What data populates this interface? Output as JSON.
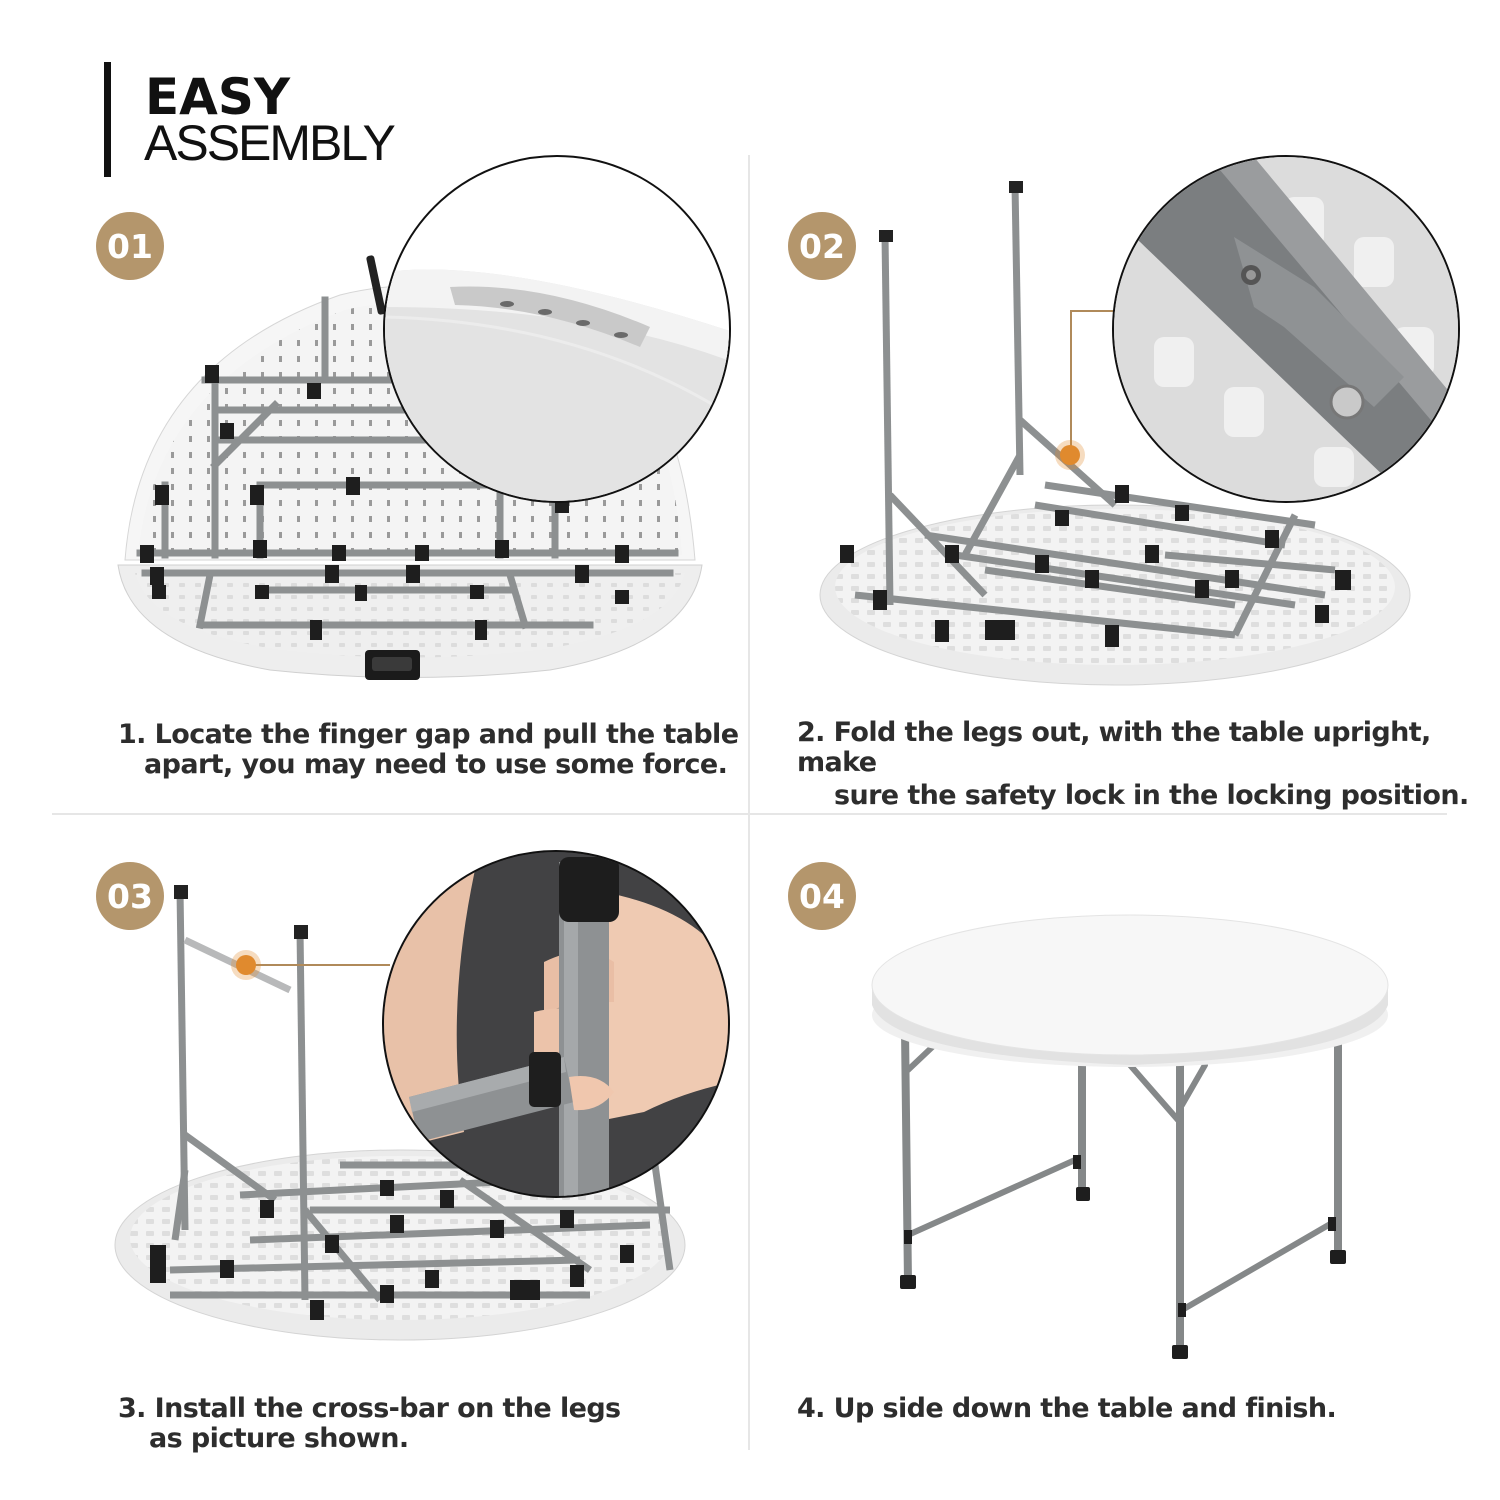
{
  "header": {
    "title_bold": "EASY",
    "title_regular": "ASSEMBLY"
  },
  "colors": {
    "badge": "#b4966c",
    "accent_dot": "#e08a2e",
    "leader_line": "#b08a5a",
    "text": "#2d2d2d",
    "divider": "#e6e6e6",
    "frame_gray": "#8c8f90",
    "table_white": "#f2f2f2"
  },
  "steps": [
    {
      "badge": "01",
      "caption_line1": "1. Locate the finger gap and pull the table",
      "caption_line2": "apart, you may need to use some force.",
      "image": "folded-table-underside",
      "detail_image": "finger-gap-closeup"
    },
    {
      "badge": "02",
      "caption_line1": "2.  Fold the legs out, with the table upright, make",
      "caption_line2": "sure the safety lock in the locking position.",
      "image": "table-upside-down-legs-out",
      "detail_image": "safety-lock-closeup"
    },
    {
      "badge": "03",
      "caption_line1": "3. Install the cross-bar on the legs",
      "caption_line2": "as picture shown.",
      "image": "cross-bar-installed",
      "detail_image": "hand-clipping-cross-bar"
    },
    {
      "badge": "04",
      "caption_line1": "4. Up side down the table and finish.",
      "caption_line2": "",
      "image": "assembled-round-table",
      "detail_image": ""
    }
  ]
}
